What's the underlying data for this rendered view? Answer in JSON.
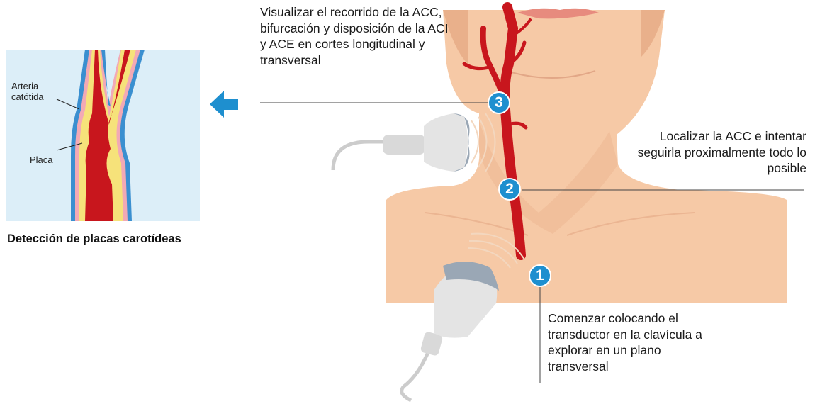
{
  "inset": {
    "label_artery": "Arteria\ncatótida",
    "label_plaque": "Placa",
    "caption": "Detección de placas carotídeas"
  },
  "steps": [
    {
      "number": "1",
      "text": "Comenzar colocando el transductor en la clavícula a explorar en un plano transversal"
    },
    {
      "number": "2",
      "text": "Localizar la ACC e intentar seguirla proximalmente todo lo posible"
    },
    {
      "number": "3",
      "text": "Visualizar el recorrido de la ACC, bifurcación y disposición de la ACI y ACE en cortes longitudinal y transversal"
    }
  ],
  "colors": {
    "skin": "#f6c9a6",
    "skin_shadow": "#e9b08b",
    "artery": "#c8161d",
    "plaque": "#f6e27a",
    "vessel_wall": "#f2a9b5",
    "vessel_outer": "#3a8fd0",
    "badge": "#1e8fcf",
    "arrow": "#1e8fcf",
    "inset_bg": "#dceef8",
    "probe": "#d9d9d9"
  },
  "icons": [
    "left-arrow-icon",
    "ultrasound-probe-icon",
    "number-badge-icon"
  ]
}
